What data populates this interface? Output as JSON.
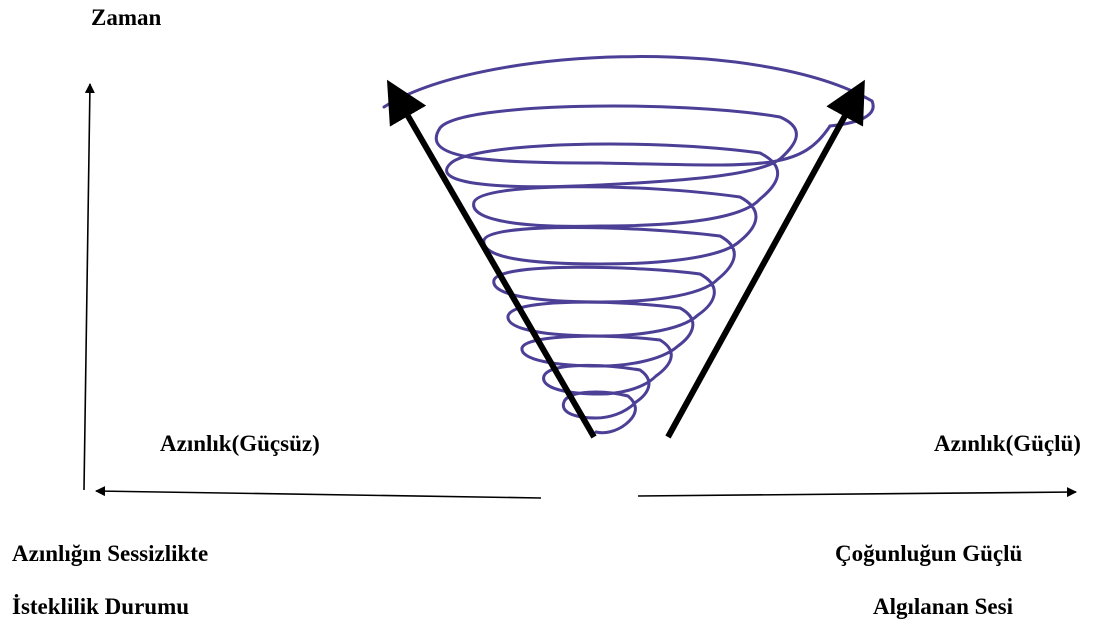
{
  "diagram": {
    "time_axis_label": "Zaman",
    "left_end_label": "Azınlık(Güçsüz)",
    "right_end_label": "Azınlık(Güçlü)",
    "left_caption": {
      "line1": "Azınlığın Sessizlikte",
      "line2": "İsteklilik Durumu"
    },
    "right_caption": {
      "line1": "Çoğunluğun Güçlü",
      "line2": "Algılanan Sesi"
    },
    "colors": {
      "text": "#000000",
      "arrows": "#000000",
      "spiral": "#4b3f96"
    }
  }
}
